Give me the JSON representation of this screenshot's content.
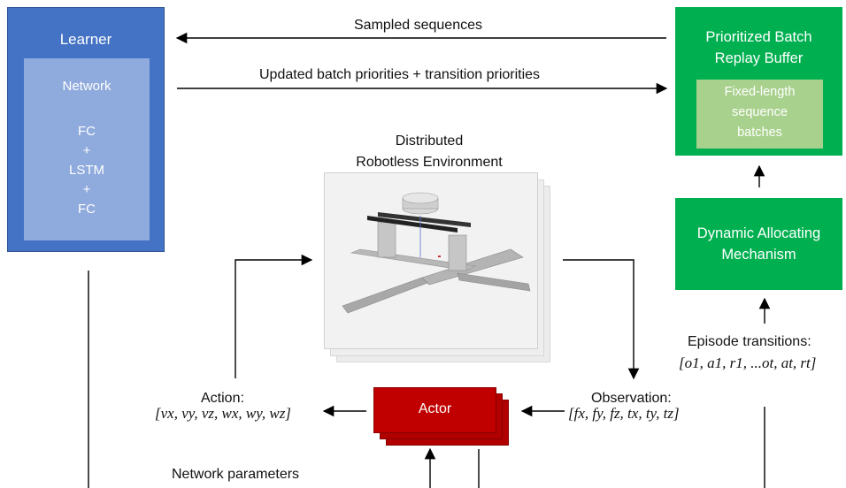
{
  "learner": {
    "title": "Learner",
    "network": {
      "title": "Network",
      "layers": [
        "FC",
        "+",
        "LSTM",
        "+",
        "FC"
      ]
    }
  },
  "buffer": {
    "title_line1": "Prioritized Batch",
    "title_line2": "Replay Buffer",
    "inner_line1": "Fixed-length",
    "inner_line2": "sequence",
    "inner_line3": "batches"
  },
  "dam": {
    "line1": "Dynamic Allocating",
    "line2": "Mechanism"
  },
  "environment": {
    "title_line1": "Distributed",
    "title_line2": "Robotless Environment"
  },
  "actor": {
    "label": "Actor"
  },
  "labels": {
    "sampled": "Sampled sequences",
    "updated": "Updated batch priorities + transition priorities",
    "action_title": "Action:",
    "action_vector": "[vx, vy, vz, wx, wy, wz]",
    "observation_title": "Observation:",
    "observation_vector": "[fx, fy, fz, tx, ty, tz]",
    "episode_title": "Episode transitions:",
    "episode_vector": "[o1, a1, r1, ...ot, at, rt]",
    "network_params": "Network parameters"
  },
  "colors": {
    "learner": "#4472c4",
    "network": "#8faadc",
    "buffer": "#00b050",
    "fixed_length": "#a9d18e",
    "actor": "#c00000"
  }
}
